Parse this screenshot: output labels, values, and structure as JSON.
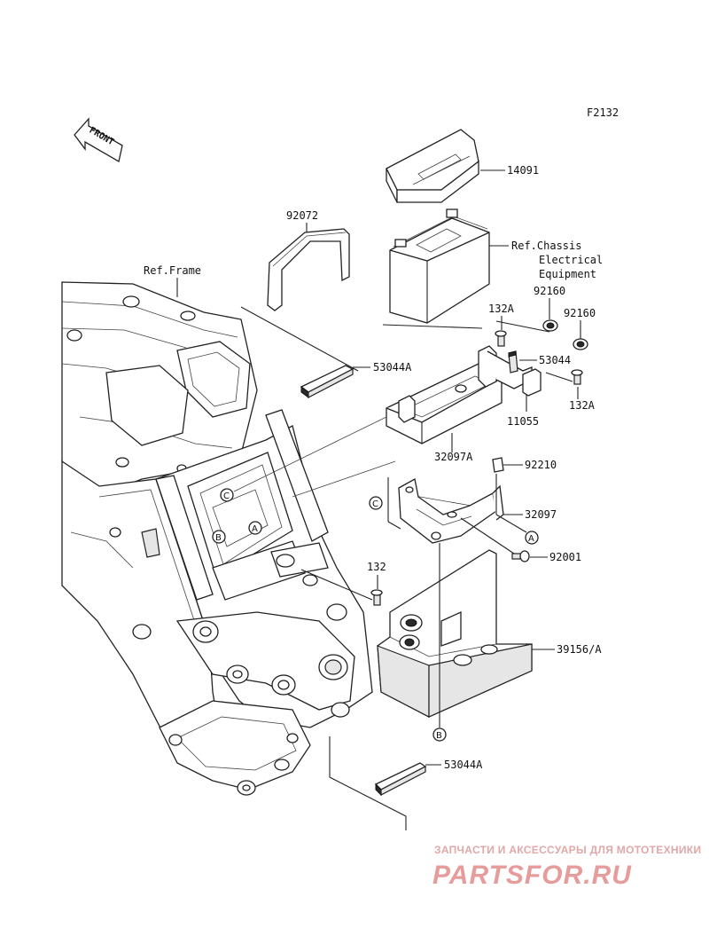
{
  "diagram": {
    "figure_code": "F2132",
    "front_label": "FRONT",
    "ref_frame": "Ref.Frame",
    "ref_chassis": [
      "Ref.Chassis",
      "Electrical",
      "Equipment"
    ],
    "parts": [
      {
        "id": "p14091",
        "label": "14091"
      },
      {
        "id": "p92072",
        "label": "92072"
      },
      {
        "id": "p92160a",
        "label": "92160"
      },
      {
        "id": "p92160b",
        "label": "92160"
      },
      {
        "id": "p132a_top",
        "label": "132A"
      },
      {
        "id": "p53044a_top",
        "label": "53044A"
      },
      {
        "id": "p53044",
        "label": "53044"
      },
      {
        "id": "p132a_right",
        "label": "132A"
      },
      {
        "id": "p11055",
        "label": "11055"
      },
      {
        "id": "p32097a",
        "label": "32097A"
      },
      {
        "id": "p92210",
        "label": "92210"
      },
      {
        "id": "p32097",
        "label": "32097"
      },
      {
        "id": "p92001",
        "label": "92001"
      },
      {
        "id": "p132",
        "label": "132"
      },
      {
        "id": "p39156",
        "label": "39156/A"
      },
      {
        "id": "p53044a_bot",
        "label": "53044A"
      }
    ],
    "callouts": [
      "A",
      "B",
      "C"
    ]
  },
  "watermark": {
    "line1": "ЗАПЧАСТИ И АКСЕССУАРЫ ДЛЯ МОТОТЕХНИКИ",
    "line2": "PARTSFOR.RU"
  }
}
